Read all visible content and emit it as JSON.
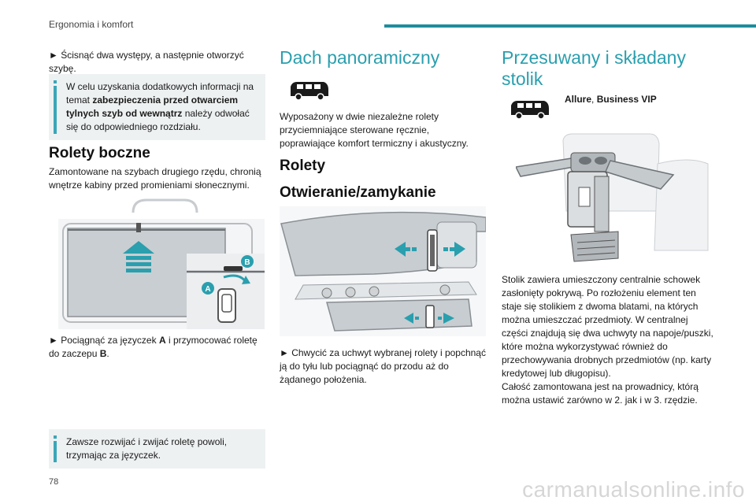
{
  "header": {
    "section": "Ergonomia i komfort"
  },
  "page_number": "78",
  "watermark": "carmanualsonline.info",
  "col1": {
    "intro": "► Ścisnąć dwa występy, a następnie otworzyć szybę.",
    "note1": {
      "pre": "W celu uzyskania dodatkowych informacji na temat ",
      "bold": "zabezpieczenia przed otwarciem tylnych szyb od wewnątrz",
      "post": " należy odwołać się do odpowiedniego rozdziału."
    },
    "title": "Rolety boczne",
    "desc": "Zamontowane na szybach drugiego rzędu, chronią wnętrze kabiny przed promieniami słonecznymi.",
    "image_labels": {
      "a": "A",
      "b": "B"
    },
    "step": {
      "pre": "► Pociągnąć za języczek ",
      "a": "A",
      "mid": " i przymocować roletę do zaczepu ",
      "b": "B",
      "post": "."
    },
    "note2": "Zawsze rozwijać i zwijać roletę powoli, trzymając za języczek."
  },
  "col2": {
    "title": "Dach panoramiczny",
    "desc": "Wyposażony w dwie niezależne rolety przyciemniające sterowane ręcznie, poprawiające komfort termiczny i akustyczny.",
    "sub1": "Rolety",
    "sub2": "Otwieranie/zamykanie",
    "step": "► Chwycić za uchwyt wybranej rolety i popchnąć ją do tyłu lub pociągnąć do przodu aż do żądanego położenia."
  },
  "col3": {
    "title": "Przesuwany i składany stolik",
    "trim": {
      "a": "Allure",
      "sep": ", ",
      "b": "Business VIP"
    },
    "desc": "Stolik zawiera umieszczony centralnie schowek zasłonięty pokrywą. Po rozłożeniu element ten staje się stolikiem z dwoma blatami, na których można umieszczać przedmioty. W centralnej części znajdują się dwa uchwyty na napoje/puszki, które można wykorzystywać również do przechowywania drobnych przedmiotów (np. karty kredytowej lub długopisu).",
    "desc2": "Całość zamontowana jest na prowadnicy, którą można ustawić zarówno w 2. jak i w 3. rzędzie."
  },
  "colors": {
    "accent": "#1f8c9c",
    "title": "#2a9fae",
    "note_bg": "#eef1f2",
    "arrow": "#2a9fae"
  }
}
